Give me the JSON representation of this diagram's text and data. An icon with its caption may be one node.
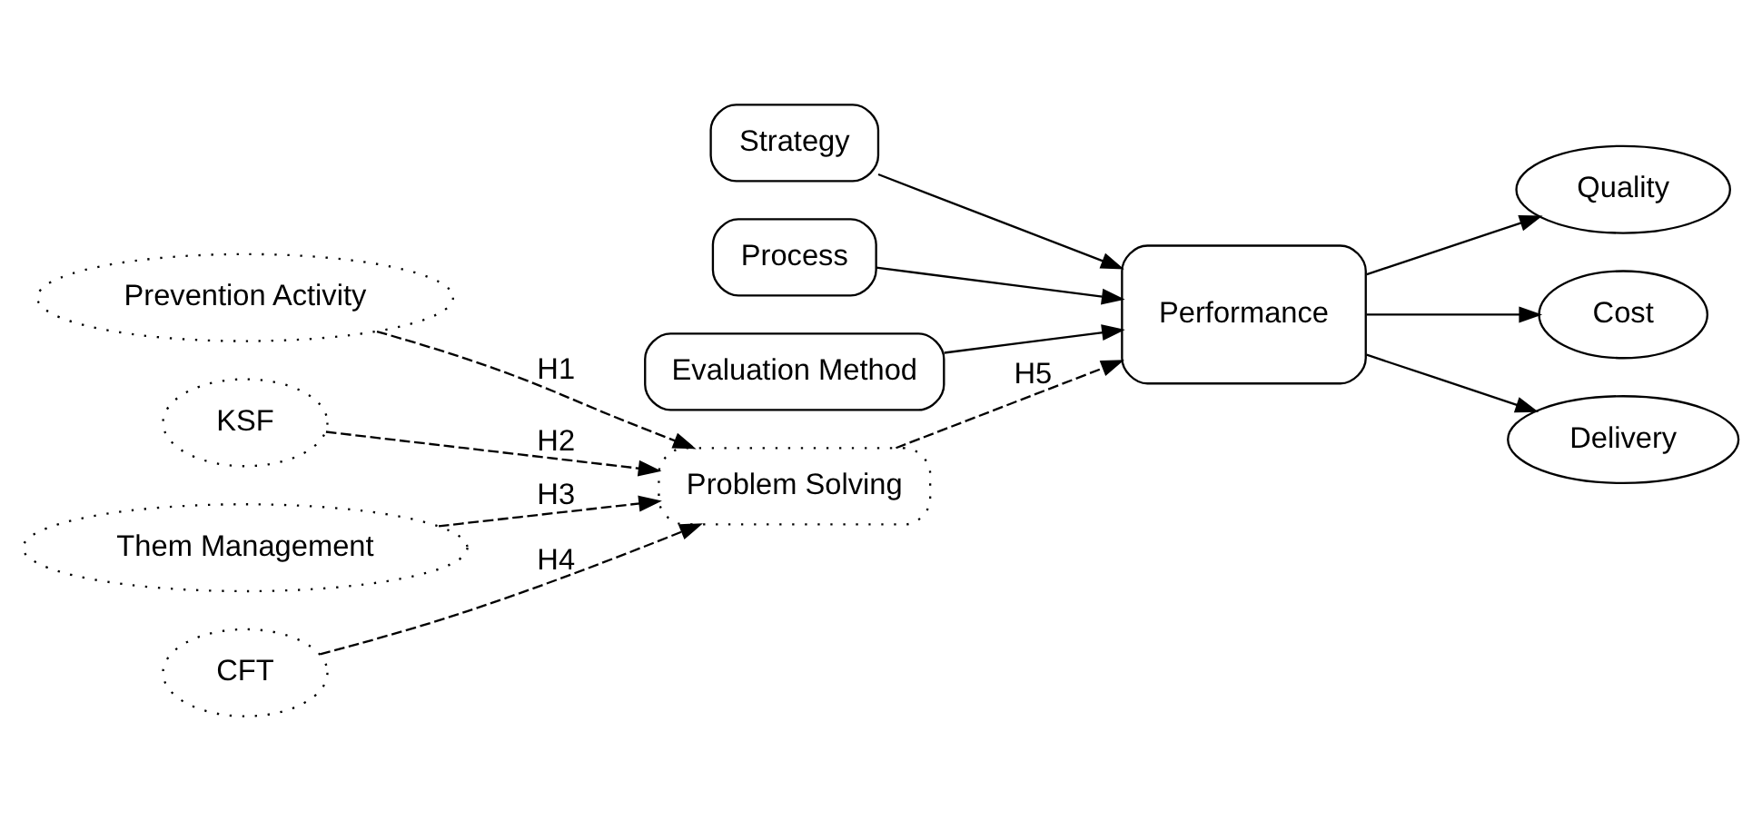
{
  "diagram": {
    "nodes": [
      {
        "text": [
          "Strategy"
        ]
      },
      {
        "text": [
          "Process"
        ]
      },
      {
        "text": [
          "Evaluation Method"
        ]
      },
      {
        "text": [
          "Problem Solving"
        ]
      },
      {
        "text": [
          "Performance"
        ]
      },
      {
        "text": [
          "Quality"
        ]
      },
      {
        "text": [
          "Cost"
        ]
      },
      {
        "text": [
          "Delivery"
        ]
      },
      {
        "text": [
          "Prevention Activity"
        ]
      },
      {
        "text": [
          "KSF"
        ]
      },
      {
        "text": [
          "Them Management"
        ]
      },
      {
        "text": [
          "CFT"
        ]
      }
    ],
    "edges": [
      {
        "from": 8,
        "to": 3,
        "arrow": "to",
        "label": "H1",
        "style": "dashed"
      },
      {
        "from": 9,
        "to": 3,
        "arrow": "to",
        "label": "H2",
        "style": "dashed"
      },
      {
        "from": 10,
        "to": 3,
        "arrow": "to",
        "label": "H3",
        "style": "dashed"
      },
      {
        "from": 11,
        "to": 3,
        "arrow": "to",
        "label": "H4",
        "style": "dashed"
      },
      {
        "from": 0,
        "to": 4,
        "arrow": "to"
      },
      {
        "from": 1,
        "to": 4,
        "arrow": "to"
      },
      {
        "from": 2,
        "to": 4,
        "arrow": "to"
      },
      {
        "from": 3,
        "to": 4,
        "arrow": "to",
        "label": "H5",
        "style": "dashed"
      },
      {
        "from": 4,
        "to": 5,
        "arrow": "to"
      },
      {
        "from": 4,
        "to": 6,
        "arrow": "to"
      },
      {
        "from": 4,
        "to": 7,
        "arrow": "to"
      }
    ]
  }
}
